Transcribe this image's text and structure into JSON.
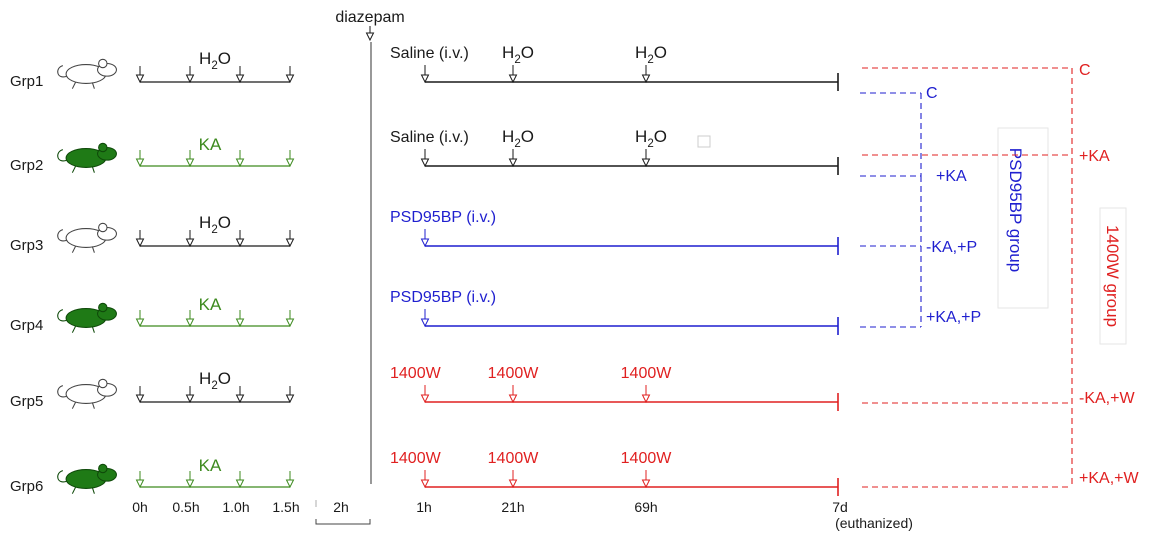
{
  "colors": {
    "black": "#1a1a1a",
    "green": "#3d8a1e",
    "blue": "#1f1fcf",
    "red": "#e02020",
    "mouse_green": "#1f7a16"
  },
  "diazepam": "diazepam",
  "pretreatment": {
    "time_labels": [
      "0h",
      "0.5h",
      "1.0h",
      "1.5h"
    ],
    "interval_label": "2h"
  },
  "posttreatment": {
    "time_labels": [
      "1h",
      "21h",
      "69h",
      "7d"
    ],
    "euthanized_label": "(euthanized)"
  },
  "groups": [
    {
      "name": "Grp1",
      "mouse": "white",
      "pre_label": "H",
      "pre_sub": "2",
      "pre_tail": "O",
      "pre_color": "black",
      "post_color": "black",
      "post_arrows": [
        1,
        1,
        1
      ],
      "post_labels": [
        "Saline (i.v.)",
        "H|2|O",
        "H|2|O"
      ]
    },
    {
      "name": "Grp2",
      "mouse": "green",
      "pre_label": "KA",
      "pre_color": "green",
      "post_color": "black",
      "post_arrows": [
        1,
        1,
        1
      ],
      "post_labels": [
        "Saline (i.v.)",
        "H|2|O",
        "H|2|O"
      ]
    },
    {
      "name": "Grp3",
      "mouse": "white",
      "pre_label": "H",
      "pre_sub": "2",
      "pre_tail": "O",
      "pre_color": "black",
      "post_color": "blue",
      "post_arrows": [
        1,
        0,
        0
      ],
      "post_labels": [
        "PSD95BP (i.v.)"
      ]
    },
    {
      "name": "Grp4",
      "mouse": "green",
      "pre_label": "KA",
      "pre_color": "green",
      "post_color": "blue",
      "post_arrows": [
        1,
        0,
        0
      ],
      "post_labels": [
        "PSD95BP (i.v.)"
      ]
    },
    {
      "name": "Grp5",
      "mouse": "white",
      "pre_label": "H",
      "pre_sub": "2",
      "pre_tail": "O",
      "pre_color": "black",
      "post_color": "red",
      "post_arrows": [
        1,
        1,
        1
      ],
      "post_labels": [
        "1400W",
        "1400W",
        "1400W"
      ]
    },
    {
      "name": "Grp6",
      "mouse": "green",
      "pre_label": "KA",
      "pre_color": "green",
      "post_color": "red",
      "post_arrows": [
        1,
        1,
        1
      ],
      "post_labels": [
        "1400W",
        "1400W",
        "1400W"
      ]
    }
  ],
  "psd_group": {
    "title": "PSD95BP group",
    "labels": [
      "C",
      "+KA",
      "-KA,+P",
      "+KA,+P"
    ]
  },
  "w_group": {
    "title": "1400W group",
    "labels": [
      "C",
      "+KA",
      "-KA,+W",
      "+KA,+W"
    ]
  }
}
